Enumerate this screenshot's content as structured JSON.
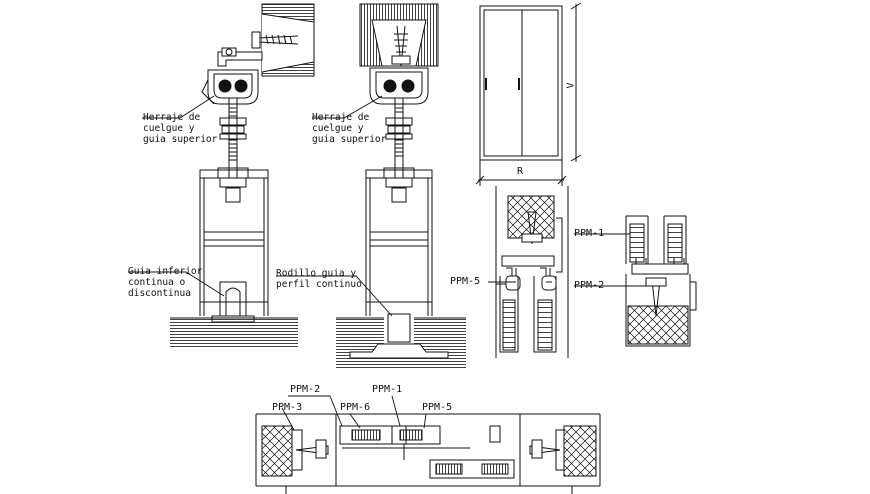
{
  "labels": {
    "hanger_left": "Herraje de\ncuelgue y\nguia superior",
    "hanger_right": "Herraje de\ncuelgue y\nguia superior",
    "guide_inferior": "Guia inferior\ncontinua o\ndiscontinua",
    "roller": "Rodillo guia y\nperfil continuo",
    "dim_v": "V",
    "dim_r": "R",
    "ppm1_side": "PPM-1",
    "ppm2_side": "PPM-2",
    "ppm5_side": "PPM-5",
    "ppm2_plan": "PPM-2",
    "ppm1_plan": "PPM-1",
    "ppm3_plan": "PPM-3",
    "ppm6_plan": "PPM-6",
    "ppm5_plan": "PPM-5"
  },
  "colors": {
    "line": "#111111",
    "paper": "#ffffff"
  }
}
